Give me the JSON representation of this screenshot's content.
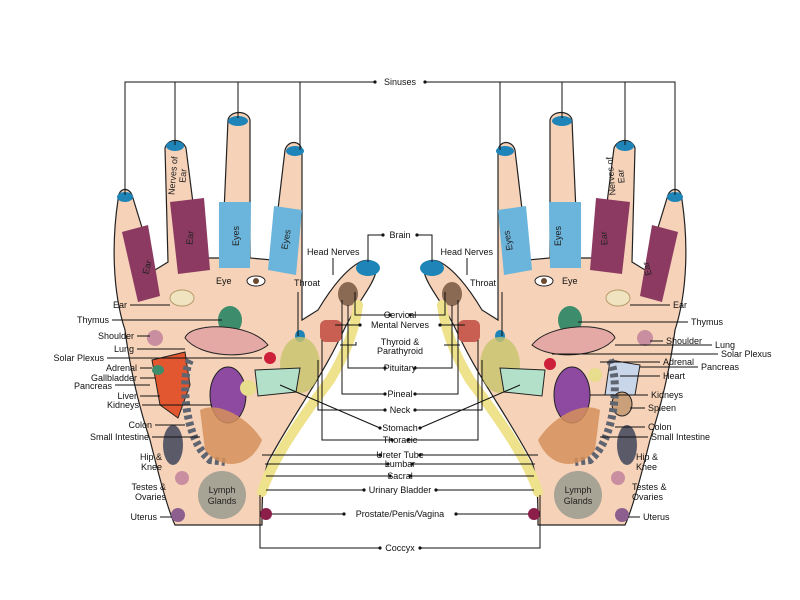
{
  "diagram": {
    "center_labels": {
      "sinuses": "Sinuses",
      "brain": "Brain",
      "cervical": "Cervical",
      "mental_nerves": "Mental Nerves",
      "thyroid_parathyroid": [
        "Thyroid &",
        "Parathyroid"
      ],
      "pituitary": "Pituitary",
      "pineal": "Pineal",
      "neck": "Neck",
      "stomach": "Stomach",
      "thoracic": "Thoracic",
      "ureter_tube": "Ureter Tube",
      "lumbar": "Lumbar",
      "sacral": "Sacral",
      "urinary_bladder": "Urinary Bladder",
      "prostate": "Prostate/Penis/Vagina",
      "coccyx": "Coccyx"
    },
    "left_labels": {
      "head_nerves": "Head Nerves",
      "throat": "Throat",
      "eye": "Eye",
      "ear": "Ear",
      "thymus": "Thymus",
      "shoulder": "Shoulder",
      "lung": "Lung",
      "solar_plexus": "Solar Plexus",
      "adrenal": "Adrenal",
      "gallbladder": "Gallbladder",
      "pancreas": "Pancreas",
      "liver": "Liver",
      "kidneys": "Kidneys",
      "colon": "Colon",
      "small_intestine": "Small Intestine",
      "hip_knee": [
        "Hip &",
        "Knee"
      ],
      "testes_ovaries": [
        "Testes &",
        "Ovaries"
      ],
      "uterus": "Uterus"
    },
    "right_labels": {
      "head_nerves": "Head Nerves",
      "throat": "Throat",
      "eye": "Eye",
      "ear": "Ear",
      "thymus": "Thymus",
      "shoulder": "Shoulder",
      "lung": "Lung",
      "solar_plexus": "Solar Plexus",
      "adrenal": "Adrenal",
      "pancreas": "Pancreas",
      "heart": "Heart",
      "kidneys": "Kidneys",
      "spleen": "Spleen",
      "colon": "Colon",
      "small_intestine": "Small Intestine",
      "hip_knee": [
        "Hip &",
        "Knee"
      ],
      "testes_ovaries": [
        "Testes &",
        "Ovaries"
      ],
      "uterus": "Uterus"
    },
    "finger_labels": {
      "ear": "Ear",
      "nerves_of_ear": [
        "Nerves of",
        "Ear"
      ],
      "eyes": "Eyes",
      "lymph_glands": [
        "Lymph",
        "Glands"
      ]
    },
    "colors": {
      "skin": "#f6d2b8",
      "ear_zone": "#8c3a62",
      "eye_zone": "#6bb4dc",
      "fingertip": "#1f84b8",
      "brain_tip": "#1f84b8",
      "throat_zone": "#c95f52",
      "olive": "#c8c46a",
      "spine": "#efe28c",
      "kidney": "#8d4aa0",
      "liver": "#e2572f",
      "lymph": "#a7a395",
      "hip": "#5a5a68",
      "colon": "#5e6470",
      "intestine": "#d5905a"
    }
  }
}
